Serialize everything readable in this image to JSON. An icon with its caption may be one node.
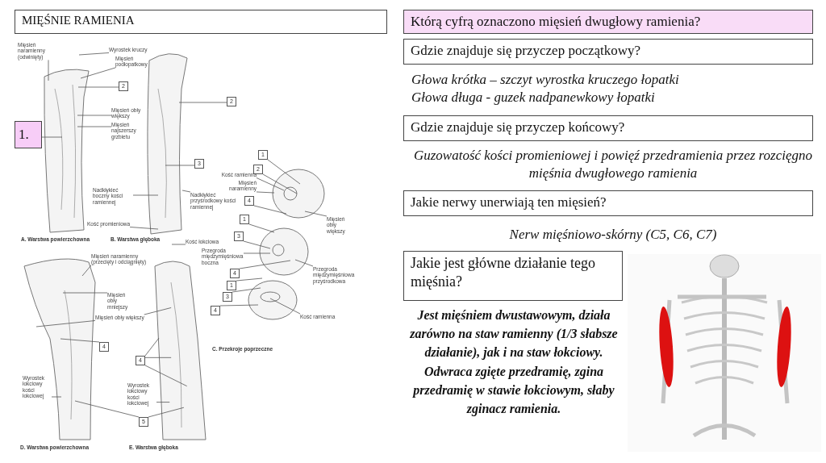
{
  "diagram": {
    "nodes": [
      {
        "text": [
          "1."
        ]
      },
      {
        "text": [
          "Mięsień naramienny (odwinięty)"
        ]
      },
      {
        "text": [
          "Wyrostek kruczy"
        ]
      },
      {
        "text": [
          "Mięsień podłopatkowy"
        ]
      },
      {
        "text": [
          "2"
        ]
      },
      {
        "text": [
          "Mięsień obły większy"
        ]
      },
      {
        "text": [
          "Mięsień najszerszy grzbietu"
        ]
      },
      {
        "text": [
          "2"
        ]
      },
      {
        "text": [
          "3"
        ]
      },
      {
        "text": [
          "Nadkłykieć boczny kości ramiennej"
        ]
      },
      {
        "text": [
          "Nadkłykieć przyśrodkowy kości ramiennej"
        ]
      },
      {
        "text": [
          "Kość promieniowa"
        ]
      },
      {
        "text": [
          "Kość łokciowa"
        ]
      },
      {
        "text": [
          "1"
        ]
      },
      {
        "text": [
          "2"
        ]
      },
      {
        "text": [
          "Kość ramienna"
        ]
      },
      {
        "text": [
          "Mięsień naramienny"
        ]
      },
      {
        "text": [
          "4"
        ]
      },
      {
        "text": [
          "Mięsień obły większy"
        ]
      },
      {
        "text": [
          "1"
        ]
      },
      {
        "text": [
          "3"
        ]
      },
      {
        "text": [
          "Przegroda międzymięśniowa boczna"
        ]
      },
      {
        "text": [
          "4"
        ]
      },
      {
        "text": [
          "Przegroda międzymięśniowa przyśrodkowa"
        ]
      },
      {
        "text": [
          "1"
        ]
      },
      {
        "text": [
          "3"
        ]
      },
      {
        "text": [
          "4"
        ]
      },
      {
        "text": [
          "Kość ramienna"
        ]
      },
      {
        "text": [
          "Mięsień naramienny (przecięty i odciągnięty)"
        ]
      },
      {
        "text": [
          "Mięsień obły mniejszy"
        ]
      },
      {
        "text": [
          "Mięsień obły większy"
        ]
      },
      {
        "text": [
          "4"
        ]
      },
      {
        "text": [
          "4"
        ]
      },
      {
        "text": [
          "Wyrostek łokciowy kości łokciowej"
        ]
      },
      {
        "text": [
          "Wyrostek łokciowy kości łokciowej"
        ]
      },
      {
        "text": [
          "5"
        ]
      },
      {
        "text": [
          "Którą cyfrą oznaczono mięsień dwugłowy ramienia?"
        ]
      },
      {
        "text": [
          "Gdzie znajduje się przyczep początkowy?"
        ]
      },
      {
        "text": [
          "Gdzie znajduje się przyczep końcowy?"
        ]
      },
      {
        "text": [
          "Jakie nerwy unerwiają ten mięsień?"
        ]
      },
      {
        "text": [
          "Jakie jest główne działanie tego mięśnia?"
        ]
      },
      {
        "text": [
          "MIĘŚNIE RAMIENIA"
        ]
      },
      {
        "text": [],
        "shape": "picture"
      }
    ],
    "edges": [
      {
        "from": 0,
        "to": null,
        "arrow": "none"
      },
      {
        "from": 1,
        "to": null,
        "arrow": "none"
      },
      {
        "from": 2,
        "to": null,
        "arrow": "none"
      },
      {
        "from": 3,
        "to": null,
        "arrow": "none"
      },
      {
        "from": 4,
        "to": null,
        "arrow": "none"
      },
      {
        "from": 5,
        "to": null,
        "arrow": "none"
      },
      {
        "from": 6,
        "to": null,
        "arrow": "none"
      },
      {
        "from": 7,
        "to": null,
        "arrow": "none"
      },
      {
        "from": 8,
        "to": null,
        "arrow": "none"
      },
      {
        "from": 9,
        "to": null,
        "arrow": "none"
      },
      {
        "from": 10,
        "to": null,
        "arrow": "none"
      },
      {
        "from": 11,
        "to": null,
        "arrow": "none"
      },
      {
        "from": 12,
        "to": null,
        "arrow": "none"
      },
      {
        "from": 13,
        "to": null,
        "arrow": "none"
      },
      {
        "from": 14,
        "to": null,
        "arrow": "none"
      },
      {
        "from": 15,
        "to": null,
        "arrow": "none"
      },
      {
        "from": 16,
        "to": null,
        "arrow": "none"
      },
      {
        "from": 17,
        "to": null,
        "arrow": "none"
      },
      {
        "from": 18,
        "to": null,
        "arrow": "none"
      },
      {
        "from": 19,
        "to": null,
        "arrow": "none"
      },
      {
        "from": 20,
        "to": null,
        "arrow": "none"
      },
      {
        "from": 21,
        "to": null,
        "arrow": "none"
      },
      {
        "from": 22,
        "to": null,
        "arrow": "none"
      },
      {
        "from": 23,
        "to": null,
        "arrow": "none"
      },
      {
        "from": 24,
        "to": null,
        "arrow": "none"
      },
      {
        "from": 25,
        "to": null,
        "arrow": "none"
      },
      {
        "from": 26,
        "to": null,
        "arrow": "none"
      },
      {
        "from": 27,
        "to": null,
        "arrow": "none"
      },
      {
        "from": 28,
        "to": null,
        "arrow": "none"
      },
      {
        "from": 29,
        "to": null,
        "arrow": "none"
      },
      {
        "from": 30,
        "to": null,
        "arrow": "none"
      },
      {
        "from": 30,
        "to": 42,
        "arrow": "none"
      },
      {
        "from": 31,
        "to": null,
        "arrow": "none"
      },
      {
        "from": 32,
        "to": 42,
        "arrow": "none"
      },
      {
        "from": 32,
        "to": 42,
        "arrow": "none"
      },
      {
        "from": 32,
        "to": 42,
        "arrow": "none"
      },
      {
        "from": 33,
        "to": null,
        "arrow": "none"
      },
      {
        "from": 34,
        "to": 42,
        "arrow": "none"
      },
      {
        "from": 35,
        "to": null,
        "arrow": "none"
      },
      {
        "from": 35,
        "to": 42,
        "arrow": "none"
      }
    ],
    "labels": [
      "A. Warstwa powierzchowna",
      "B. Warstwa głęboka",
      "C. Przekroje poprzeczne",
      "D. Warstwa powierzchowna",
      "E. Warstwa głęboka",
      "Głowa krótka – szczyt wyrostka kruczego łopatki",
      "Głowa długa - guzek nadpanewkowy łopatki",
      "Guzowatość kości promieniowej i powięź przedramienia przez rozcięgno mięśnia dwugłowego ramienia",
      "Nerw mięśniowo-skórny (C5, C6, C7)",
      "Jest mięśniem dwustawowym, działa zarówno na staw ramienny (1/3 słabsze działanie), jak i na staw łokciowy. Odwraca zgięte przedramię, zgina przedramię w stawie łokciowym, słaby zginacz ramienia."
    ]
  }
}
